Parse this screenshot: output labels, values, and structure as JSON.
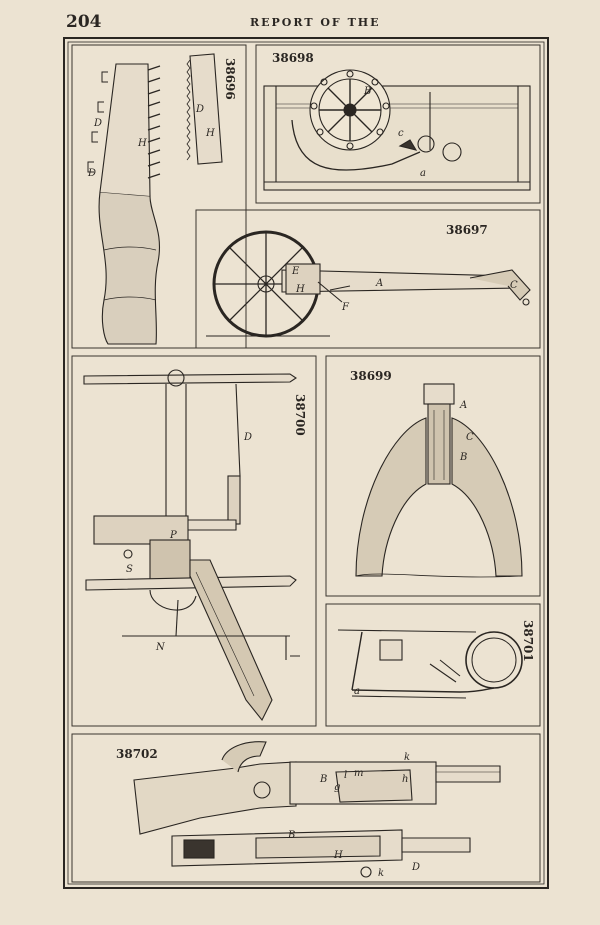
{
  "header": {
    "page_number": "204",
    "running_title": "REPORT OF THE"
  },
  "figures": {
    "f38696": {
      "number": "38696",
      "labels": [
        "H",
        "D",
        "D",
        "H",
        "D"
      ]
    },
    "f38698": {
      "number": "38698",
      "labels": [
        "B",
        "c",
        "a"
      ]
    },
    "f38697": {
      "number": "38697",
      "labels": [
        "E",
        "H",
        "F",
        "A",
        "C"
      ]
    },
    "f38700": {
      "number": "38700",
      "labels": [
        "D",
        "P",
        "S",
        "N"
      ]
    },
    "f38699": {
      "number": "38699",
      "labels": [
        "A",
        "C",
        "B"
      ]
    },
    "f38701": {
      "number": "38701",
      "labels": [
        "a"
      ]
    },
    "f38702": {
      "number": "38702",
      "labels": [
        "k",
        "B",
        "m",
        "g",
        "l",
        "h",
        "B",
        "H",
        "k",
        "D"
      ]
    }
  }
}
